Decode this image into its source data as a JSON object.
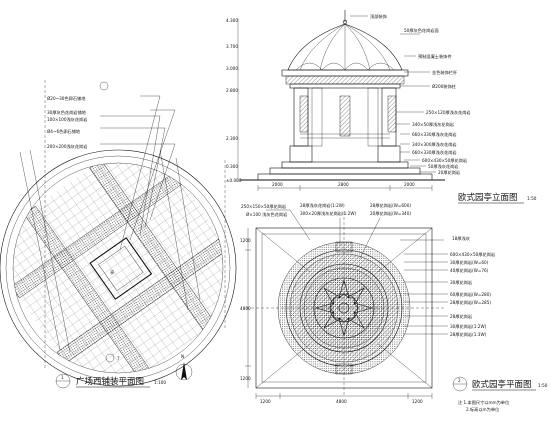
{
  "sheet": {
    "plaza_plan": {
      "title": "广场西铺装平面图",
      "scale": "1:100",
      "index_number": "1",
      "north_label": "N",
      "north_mark_number": "7",
      "callouts": [
        "Ø20~30色卵石铺地",
        "30厚灰色花岗岩铺地",
        "100×100浅灰花岗岩",
        "Ø4~6色卵石铺地",
        "200×200浅灰花岗岩"
      ],
      "center_label": "亭"
    },
    "elevation": {
      "title": "欧式园亭立面图",
      "scale": "1:50",
      "levels": [
        "4.300",
        "3.700",
        "3.000",
        "2.800",
        "2.300",
        "0.300",
        "±0.000"
      ],
      "callouts": [
        "顶部装饰",
        "50厚灰色花岗岩面",
        "预制混凝土装饰件",
        "金色装饰栏杆",
        "Ø200装饰柱",
        "250×120厚浅灰花岗岩",
        "340×50厚浅灰花岗岩",
        "660×330厚浅灰花岗岩",
        "340×300厚浅灰花岗岩",
        "660×330厚浅灰花岗岩",
        "600×430×50厚花岗岩",
        "50厚浅灰花岗岩",
        "20厚花岗岩"
      ],
      "dimensions": [
        "2000",
        "2800",
        "2000"
      ]
    },
    "pavilion_plan": {
      "title": "欧式园亭平面图",
      "scale": "1:50",
      "index_number": "2",
      "left_callouts": [
        "250×150×50厚花岗岩",
        "Ø×100 浅灰色花岗岩"
      ],
      "top_callouts": [
        "28厚浅灰花岗岩(1:2W)",
        "300×20厚浅灰花岗岩(1:2W)",
        "28厚花岗岩(W=600)",
        "20厚花岗岩(W=340)"
      ],
      "right_callouts": [
        "18厚浅灰",
        "600×430×50厚花岗岩",
        "30厚花岗岩(W=60)",
        "40厚花岗岩(W=76)",
        "30厚花岗岩",
        "60厚花岗岩(W=280)",
        "28厚花岗岩(W=285)",
        "28厚花岗岩",
        "30厚花岗岩(1:2W)",
        "28厚花岗岩(1:3W)"
      ],
      "bottom_dimensions": [
        "1200",
        "4800",
        "1200"
      ],
      "side_dimensions": [
        "1200",
        "4800",
        "1200"
      ],
      "notes": [
        "注 1.本图尺寸以mm为单位",
        "2.标高以m为单位"
      ]
    }
  }
}
